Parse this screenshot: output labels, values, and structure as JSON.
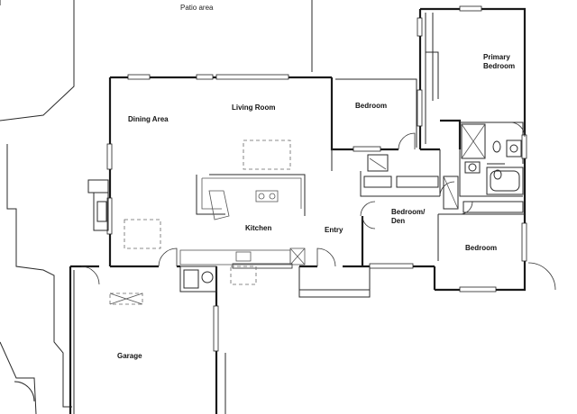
{
  "plan": {
    "rooms": {
      "patio": "Patio area",
      "dining": "Dining Area",
      "living": "Living Room",
      "bedroom_1": "Bedroom",
      "primary_line1": "Primary",
      "primary_line2": "Bedroom",
      "kitchen": "Kitchen",
      "entry": "Entry",
      "bedroom_den_line1": "Bedroom/",
      "bedroom_den_line2": "Den",
      "bedroom_2": "Bedroom",
      "garage": "Garage"
    }
  }
}
